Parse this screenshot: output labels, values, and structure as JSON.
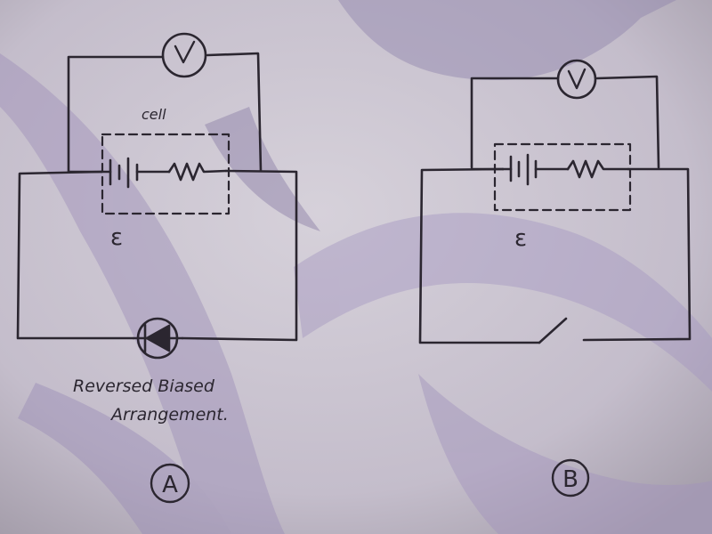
{
  "diagram": {
    "circuit_a": {
      "meter_symbol": "V",
      "cell_label": "cell",
      "emf_symbol": "ε",
      "note_line1": "Reversed Biased",
      "note_line2": "Arrangement.",
      "circuit_label": "A"
    },
    "circuit_b": {
      "meter_symbol": "V",
      "emf_symbol": "ε",
      "circuit_label": "B"
    }
  },
  "colors": {
    "ink": "#2b2630",
    "paper": "#c9c3cf",
    "paper_streak": "#a89cbd"
  }
}
